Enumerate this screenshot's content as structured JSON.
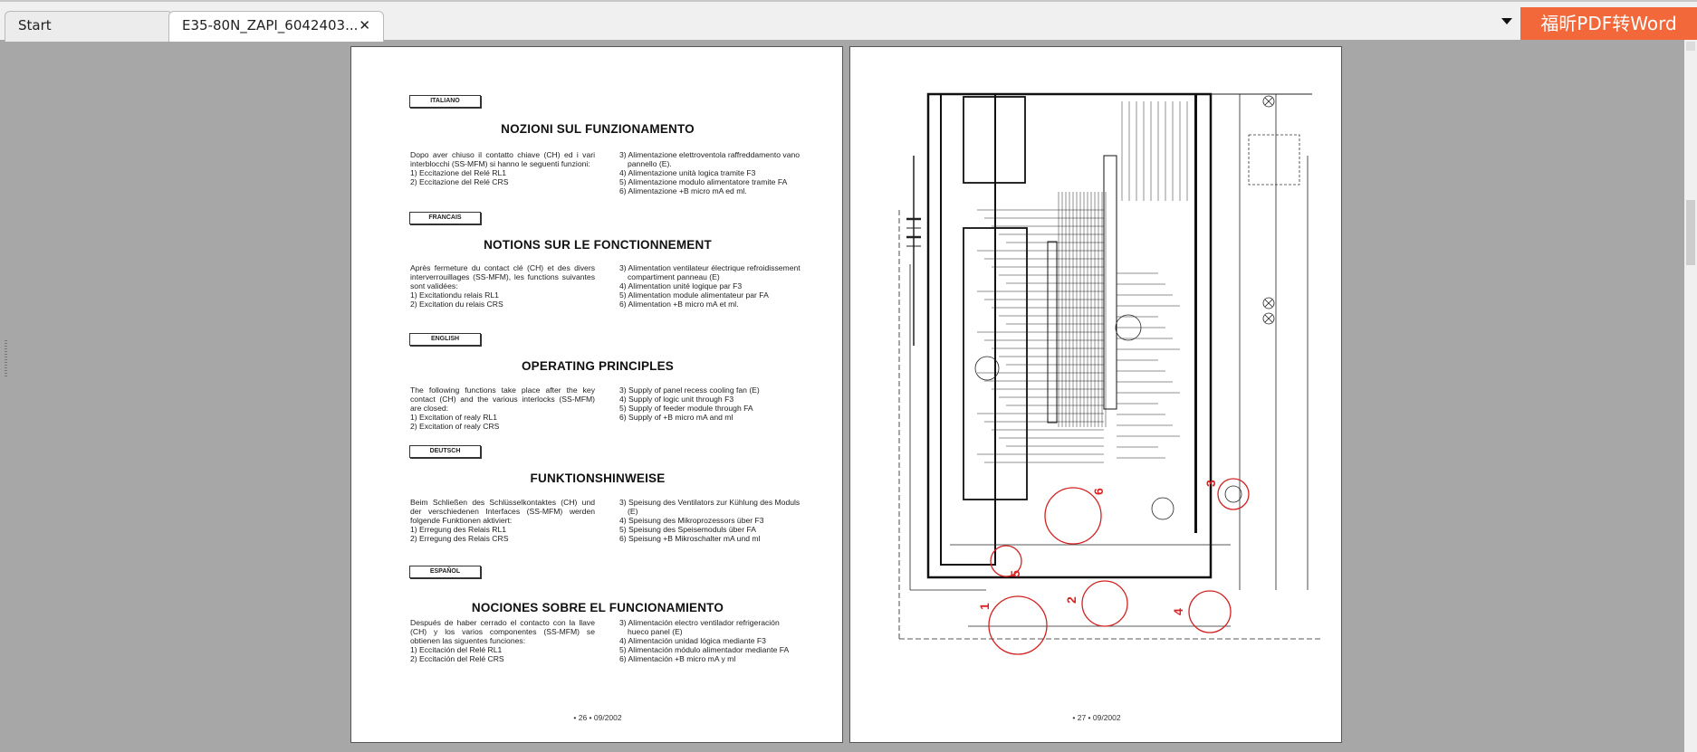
{
  "tabs": [
    {
      "label": "Start",
      "active": false
    },
    {
      "label": "E35-80N_ZAPI_6042403...",
      "active": true,
      "close_icon": "close-icon"
    }
  ],
  "promo_button": {
    "label": "福昕PDF转Word",
    "color": "#f2683a"
  },
  "left_page": {
    "sections": [
      {
        "language": "ITALIANO",
        "title": "NOZIONI SUL FUNZIONAMENTO",
        "left_lines": [
          "Dopo aver chiuso il contatto chiave (CH) ed i vari interblocchi (SS-MFM) si hanno le seguenti funzioni:",
          "1) Eccitazione del Relé RL1",
          "2) Eccitazione del Relé CRS"
        ],
        "right_lines": [
          "3) Alimentazione elettroventola raffreddamento vano",
          "pannello (E).",
          "4) Alimentazione unità logica tramite F3",
          "5) Alimentazione modulo alimentatore tramite FA",
          "6) Alimentazione +B micro mA ed ml."
        ]
      },
      {
        "language": "FRANCAIS",
        "title": "NOTIONS SUR LE FONCTIONNEMENT",
        "left_lines": [
          "Après fermeture du contact clé (CH) et des divers interverrouillages (SS-MFM), les functions suivantes sont validées:",
          "1) Excitationdu relais RL1",
          "2) Excitation du relais CRS"
        ],
        "right_lines": [
          "3) Alimentation ventilateur électrique refroidissement",
          "compartiment panneau (E)",
          "4) Alimentation unité logique par F3",
          "5) Alimentation module alimentateur par FA",
          "6) Alimentation +B micro mA et ml."
        ]
      },
      {
        "language": "ENGLISH",
        "title": "OPERATING PRINCIPLES",
        "left_lines": [
          "The following functions take place after the key contact (CH) and the various interlocks (SS-MFM) are closed:",
          "1) Excitation of realy RL1",
          "2) Excitation of realy CRS"
        ],
        "right_lines": [
          "3) Supply of panel recess cooling fan (E)",
          "4) Supply of logic unit through F3",
          "5) Supply of feeder module through FA",
          "6) Supply of +B micro mA and ml"
        ]
      },
      {
        "language": "DEUTSCH",
        "title": "FUNKTIONSHINWEISE",
        "left_lines": [
          "Beim Schließen des Schlüsselkontaktes (CH) und der verschiedenen Interfaces (SS-MFM) werden folgende Funktionen aktiviert:",
          "1) Erregung des Relais RL1",
          "2) Erregung des Relais CRS"
        ],
        "right_lines": [
          "3) Speisung des Ventilators zur Kühlung des Moduls",
          "(E)",
          "4) Speisung des Mikroprozessors über F3",
          "5) Speisung des Speisemoduls über FA",
          "6) Speisung +B Mikroschalter mA und ml"
        ]
      },
      {
        "language": "ESPAÑOL",
        "title": "NOCIONES SOBRE EL FUNCIONAMIENTO",
        "left_lines": [
          "Después de haber cerrado el contacto con la llave (CH) y los varios componentes (SS-MFM) se obtienen las siguentes funciones:",
          "1) Eccitación del Relé RL1",
          "2) Eccitación del Relé CRS"
        ],
        "right_lines": [
          "3) Alimentación electro ventilador refrigeración",
          "hueco panel (E)",
          "4) Alimentación unidad lógica mediante F3",
          "5) Alimentación módulo alimentador mediante FA",
          "6) Alimentación +B micro mA y ml"
        ]
      }
    ],
    "page_number": "• 26 •   09/2002"
  },
  "right_page": {
    "callouts": [
      "1",
      "2",
      "3",
      "4",
      "5",
      "6"
    ],
    "callout_color": "#d22222",
    "page_number": "• 27 •   09/2002"
  }
}
